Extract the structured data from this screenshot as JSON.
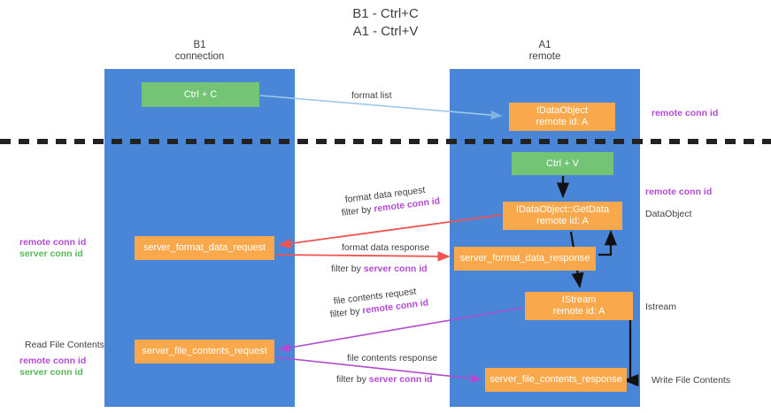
{
  "title": "B1 - Ctrl+C\nA1 - Ctrl+V",
  "lanes": [
    {
      "name": "lane-b1",
      "header": "B1\nconnection"
    },
    {
      "name": "lane-a1",
      "header": "A1\nremote"
    }
  ],
  "nodes": {
    "ctrl_c": "Ctrl + C",
    "ifdataobject": "IDataObject\nremote id: A",
    "ctrl_v": "Ctrl + V",
    "getdata": "IDataObject::GetData\nremote id: A",
    "server_format_data_request": "server_format_data_request",
    "server_format_data_response": "server_format_data_response",
    "istream": "IStream\nremote id: A",
    "server_file_contents_request": "server_file_contents_request",
    "server_file_contents_response": "server_file_contents_response"
  },
  "edges": {
    "format_list": "format list",
    "format_data_request": "format data request",
    "format_data_request_filter_prefix": "filter by ",
    "format_data_request_filter_key": "remote conn id",
    "format_data_response": "format data response",
    "format_data_response_filter_prefix": "filter by ",
    "format_data_response_filter_key": "server conn id",
    "file_contents_request": "file contents request",
    "file_contents_request_filter_prefix": "filter by ",
    "file_contents_request_filter_key": "remote conn id",
    "file_contents_response": "file contents response",
    "file_contents_response_filter_prefix": "filter by ",
    "file_contents_response_filter_key": "server conn id"
  },
  "annotations": {
    "right_remote_conn_id_top": "remote conn id",
    "right_remote_conn_id_mid": "remote conn id",
    "right_dataobject": "DataObject",
    "right_istream": "Istream",
    "right_write_file_contents": "Write File Contents",
    "left_remote_conn_id_1": "remote conn id",
    "left_server_conn_id_1": "server conn id",
    "left_read_file_contents": "Read File Contents",
    "left_remote_conn_id_2": "remote conn id",
    "left_server_conn_id_2": "server conn id"
  },
  "colors": {
    "lane": "#4a86d8",
    "green_node": "#74c476",
    "orange_node": "#f9a94c",
    "purple_text": "#b14bcf",
    "green_text": "#57b85a",
    "divider": "#222222",
    "arrow_blue": "#9ec9ea",
    "arrow_red": "#ef5350",
    "arrow_purple": "#b14bcf",
    "arrow_black": "#111111"
  }
}
